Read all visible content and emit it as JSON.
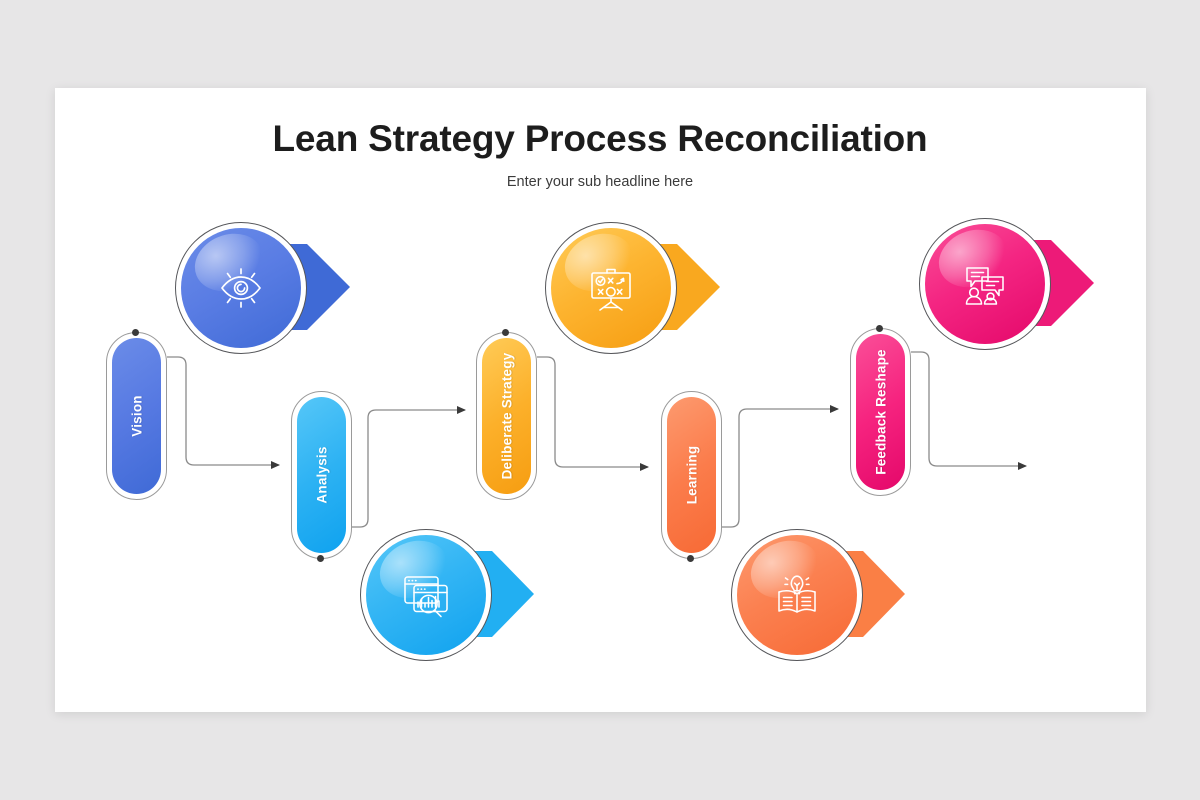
{
  "slide": {
    "title": "Lean Strategy Process Reconciliation",
    "subtitle": "Enter your sub headline here",
    "background_color": "#e7e6e7",
    "card_color": "#ffffff"
  },
  "steps": [
    {
      "label": "Vision",
      "icon": "eye-vision-icon",
      "color_start": "#6b8ce8",
      "color_end": "#3f6ad6",
      "arrow_color": "#3f6ad6",
      "row": "top"
    },
    {
      "label": "Analysis",
      "icon": "window-chart-magnifier-icon",
      "color_start": "#4ec3f7",
      "color_end": "#17a7f0",
      "arrow_color": "#22aff2",
      "row": "bottom"
    },
    {
      "label": "Deliberate Strategy",
      "icon": "strategy-board-icon",
      "color_start": "#ffc64a",
      "color_end": "#f9a218",
      "arrow_color": "#f9a81f",
      "row": "top"
    },
    {
      "label": "Learning",
      "icon": "book-lightbulb-icon",
      "color_start": "#fc9163",
      "color_end": "#f96f3c",
      "arrow_color": "#fa7f45",
      "row": "bottom"
    },
    {
      "label": "Feedback Reshape",
      "icon": "speech-bubbles-people-icon",
      "color_start": "#f83f8f",
      "color_end": "#e8106f",
      "arrow_color": "#ed1a78",
      "row": "top"
    }
  ],
  "connectors": {
    "line_color": "#8a8a8a",
    "arrow_color": "#3a3a3a",
    "count": 5
  }
}
